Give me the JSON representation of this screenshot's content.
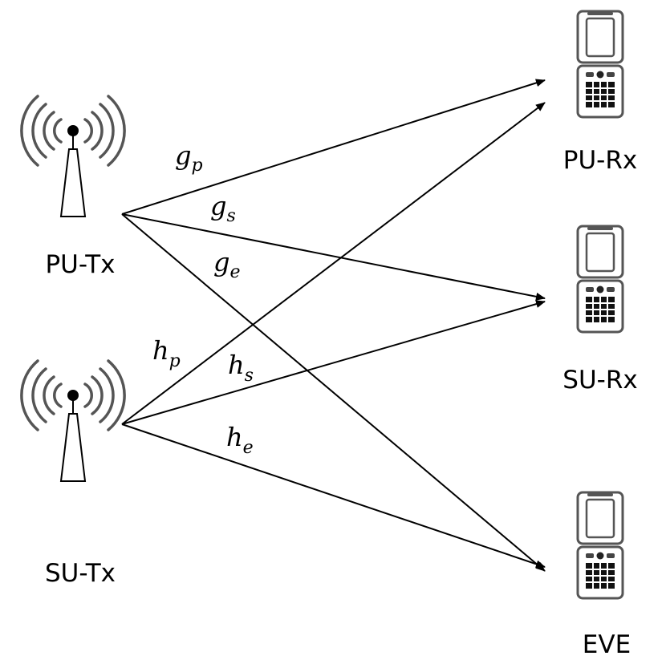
{
  "nodes": {
    "pu_tx": {
      "label": "PU-Tx",
      "icon": "antenna-tower-icon"
    },
    "su_tx": {
      "label": "SU-Tx",
      "icon": "antenna-tower-icon"
    },
    "pu_rx": {
      "label": "PU-Rx",
      "icon": "mobile-phone-icon"
    },
    "su_rx": {
      "label": "SU-Rx",
      "icon": "mobile-phone-icon"
    },
    "eve": {
      "label": "EVE",
      "icon": "mobile-phone-icon"
    }
  },
  "links": [
    {
      "id": "gp",
      "from": "pu_tx",
      "to": "pu_rx",
      "symbol": "g",
      "subscript": "p"
    },
    {
      "id": "gs",
      "from": "pu_tx",
      "to": "su_rx",
      "symbol": "g",
      "subscript": "s"
    },
    {
      "id": "ge",
      "from": "pu_tx",
      "to": "eve",
      "symbol": "g",
      "subscript": "e"
    },
    {
      "id": "hp",
      "from": "su_tx",
      "to": "pu_rx",
      "symbol": "h",
      "subscript": "p"
    },
    {
      "id": "hs",
      "from": "su_tx",
      "to": "su_rx",
      "symbol": "h",
      "subscript": "s"
    },
    {
      "id": "he",
      "from": "su_tx",
      "to": "eve",
      "symbol": "h",
      "subscript": "e"
    }
  ],
  "colors": {
    "stroke": "#000000",
    "background": "#ffffff"
  }
}
